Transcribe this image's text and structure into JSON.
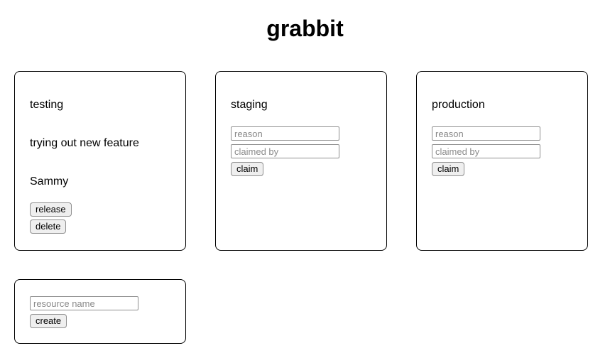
{
  "title": "grabbit",
  "resources": [
    {
      "name": "testing",
      "state": "claimed",
      "reason": "trying out new feature",
      "claimed_by": "Sammy",
      "buttons": {
        "release": "release",
        "delete": "delete"
      }
    },
    {
      "name": "staging",
      "state": "available",
      "inputs": {
        "reason_placeholder": "reason",
        "claimed_by_placeholder": "claimed by"
      },
      "buttons": {
        "claim": "claim"
      }
    },
    {
      "name": "production",
      "state": "available",
      "inputs": {
        "reason_placeholder": "reason",
        "claimed_by_placeholder": "claimed by"
      },
      "buttons": {
        "claim": "claim"
      }
    }
  ],
  "create_form": {
    "name_placeholder": "resource name",
    "create_label": "create"
  },
  "colors": {
    "background": "#ffffff",
    "text": "#000000",
    "card_border": "#000000",
    "input_border": "#8f8f8f",
    "placeholder_text": "#8a8a8a",
    "button_background": "#efefef",
    "button_border": "#8f8f8f"
  }
}
